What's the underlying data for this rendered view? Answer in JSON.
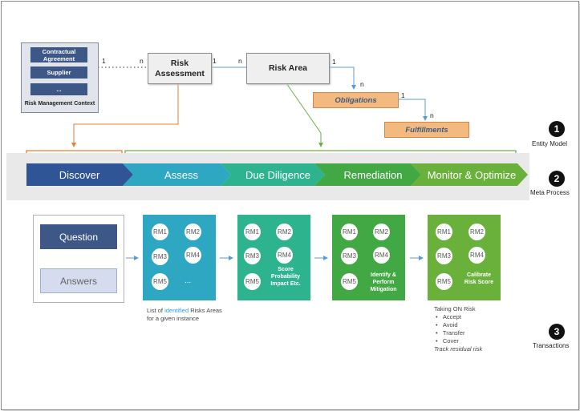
{
  "entity_model": {
    "context": {
      "items": [
        "Contractual Agreement",
        "Supplier",
        "..."
      ],
      "label": "Risk Management Context"
    },
    "risk_assessment": "Risk Assessment",
    "risk_area": "Risk Area",
    "obligations": "Obligations",
    "fulfillments": "Fulfillments",
    "cardinality": {
      "ctx_one": "1",
      "ra_many": "n",
      "ra_one": "1",
      "area_many": "n",
      "area_one": "1",
      "obl_many": "n",
      "obl_one": "1",
      "ful_many": "n"
    }
  },
  "sections": [
    {
      "number": "1",
      "label": "Entity Model"
    },
    {
      "number": "2",
      "label": "Meta Process"
    },
    {
      "number": "3",
      "label": "Transactions"
    }
  ],
  "process": [
    "Discover",
    "Assess",
    "Due Diligence",
    "Remediation",
    "Monitor & Optimize"
  ],
  "colors": {
    "discover": "#2f5597",
    "assess": "#2ea7c2",
    "due_diligence": "#2db48e",
    "remediation": "#41a843",
    "monitor": "#6ab13b",
    "navy": "#3d5787",
    "orange": "#f4b97e",
    "arrow_blue": "#5b9bd5"
  },
  "transactions": {
    "question": "Question",
    "answers": "Answers",
    "tiles": [
      {
        "rms": [
          "RM1",
          "RM2",
          "RM3",
          "RM4",
          "RM5",
          "..."
        ],
        "note": ""
      },
      {
        "rms": [
          "RM1",
          "RM2",
          "RM3",
          "RM4",
          "RM5"
        ],
        "note": "Score Probability Impact Etc."
      },
      {
        "rms": [
          "RM1",
          "RM2",
          "RM3",
          "RM4",
          "RM5"
        ],
        "note": "Identify & Perform Mitigation"
      },
      {
        "rms": [
          "RM1",
          "RM2",
          "RM3",
          "RM4",
          "RM5"
        ],
        "note": "Calibrate Risk Score"
      }
    ],
    "list_caption_a": "List of ",
    "list_caption_hl": "identified",
    "list_caption_b": " Risks Areas",
    "list_caption_c": "for a given instance",
    "taking_on": {
      "title": "Taking ON Risk",
      "items": [
        "Accept",
        "Avoid",
        "Transfer",
        "Cover"
      ],
      "footer": "Track residual risk"
    }
  }
}
